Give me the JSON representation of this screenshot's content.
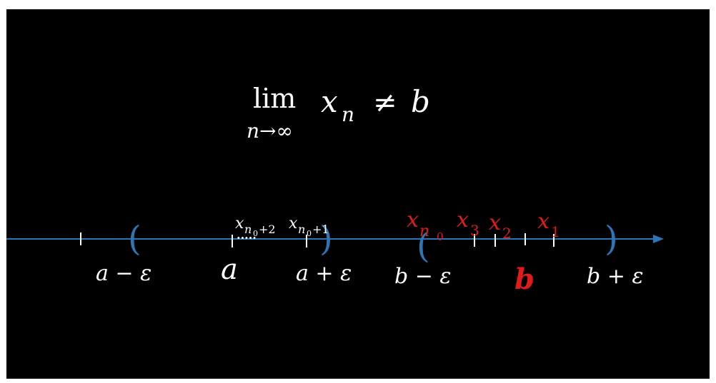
{
  "formula": {
    "lim": "lim",
    "var": "x",
    "index": "n",
    "relation": "≠",
    "rhs": "b",
    "under": "n→∞"
  },
  "labels": {
    "a_minus": "a − ε",
    "a": "a",
    "a_plus": "a + ε",
    "b_minus": "b − ε",
    "b": "b",
    "b_plus": "b + ε"
  },
  "points_white": {
    "p1": {
      "var": "x",
      "sub": "n",
      "subsub": "0",
      "tail": "+2"
    },
    "p2": {
      "var": "x",
      "sub": "n",
      "subsub": "0",
      "tail": "+1"
    },
    "dots": "....."
  },
  "points_red": {
    "xn0": {
      "var": "x",
      "sub": "n",
      "subsub": "0"
    },
    "x3": {
      "var": "x",
      "sub": "3"
    },
    "x2": {
      "var": "x",
      "sub": "2"
    },
    "x1": {
      "var": "x",
      "sub": "1"
    }
  },
  "brackets": {
    "left": "(",
    "right": ")"
  },
  "colors": {
    "background": "#000000",
    "axis": "#2e75b6",
    "text": "#ffffff",
    "highlight": "#e01b1b"
  }
}
